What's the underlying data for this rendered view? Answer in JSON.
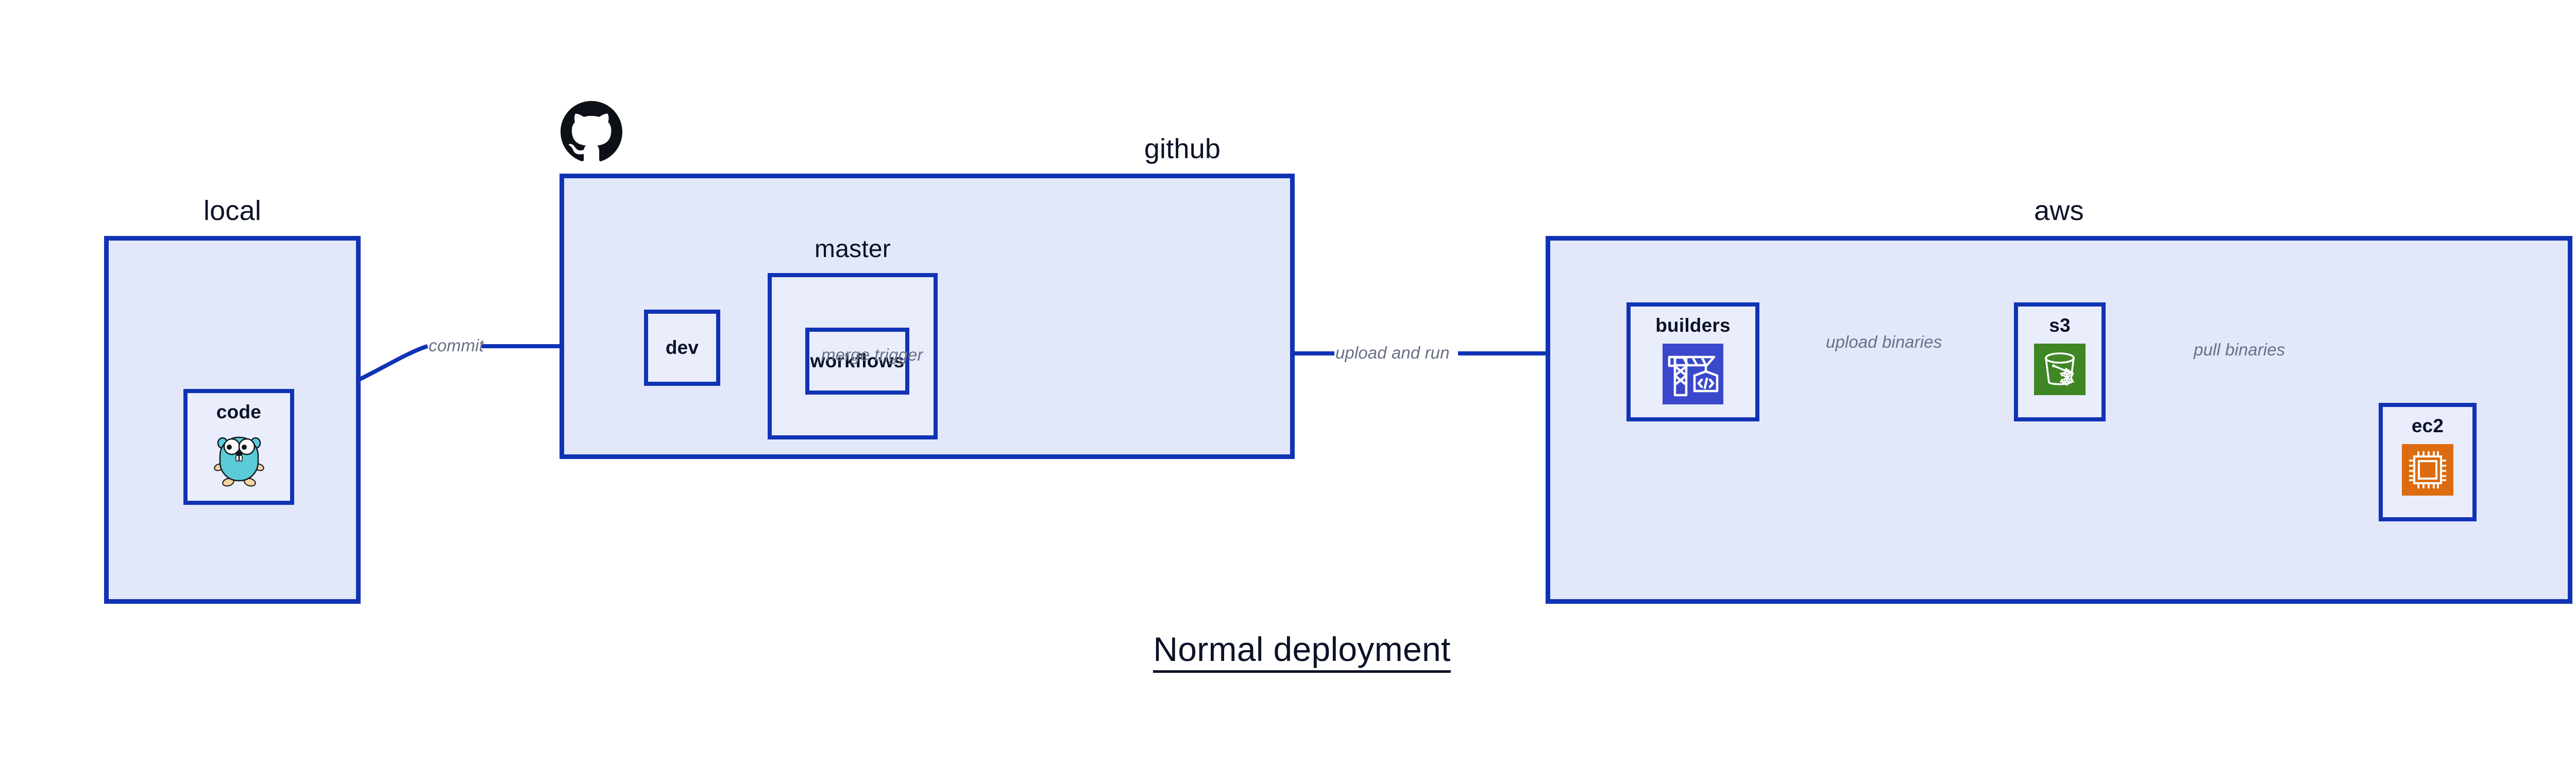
{
  "title": "Normal deployment",
  "colors": {
    "border": "#1033b5",
    "group_fill": "#e2e7fa",
    "node_fill": "#eaeefc",
    "master_fill": "#e8ecfb",
    "edge": "#1033b5",
    "edge_label": "#6a7086",
    "text": "#0c1226",
    "codebuild_icon": "#3b48cc",
    "s3_icon": "#3f8624",
    "ec2_icon": "#dd6c10",
    "gopher_body": "#5bcbd8",
    "github_logo": "#0d1117"
  },
  "groups": [
    {
      "id": "local",
      "label": "local"
    },
    {
      "id": "github",
      "label": "github"
    },
    {
      "id": "master",
      "label": "master"
    },
    {
      "id": "aws",
      "label": "aws"
    }
  ],
  "nodes": [
    {
      "id": "code",
      "label": "code",
      "icon": "go-gopher-icon"
    },
    {
      "id": "dev",
      "label": "dev",
      "icon": "none"
    },
    {
      "id": "workflows",
      "label": "workflows",
      "icon": "none"
    },
    {
      "id": "builders",
      "label": "builders",
      "icon": "aws-codebuild-icon"
    },
    {
      "id": "s3",
      "label": "s3",
      "icon": "aws-s3-glacier-icon"
    },
    {
      "id": "ec2",
      "label": "ec2",
      "icon": "aws-ec2-icon"
    }
  ],
  "edges": [
    {
      "id": "code-dev",
      "from": "code",
      "to": "dev",
      "label": "commit"
    },
    {
      "id": "dev-workflows",
      "from": "dev",
      "to": "workflows",
      "label": "merge trigger"
    },
    {
      "id": "workflows-builders",
      "from": "workflows",
      "to": "builders",
      "label": "upload and run"
    },
    {
      "id": "builders-s3",
      "from": "builders",
      "to": "s3",
      "label": "upload binaries"
    },
    {
      "id": "s3-ec2",
      "from": "s3",
      "to": "ec2",
      "label": "pull binaries"
    }
  ],
  "logos": [
    {
      "id": "github-octocat",
      "name": "github-octocat-logo"
    }
  ]
}
